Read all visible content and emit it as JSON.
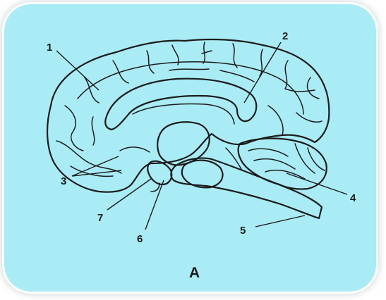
{
  "labels": {
    "l1": "1",
    "l2": "2",
    "l3": "3",
    "l4": "4",
    "l5": "5",
    "l6": "6",
    "l7": "7"
  },
  "caption": "A",
  "colors": {
    "card_background": "#a9ecf5",
    "line": "#1c1c1c"
  }
}
